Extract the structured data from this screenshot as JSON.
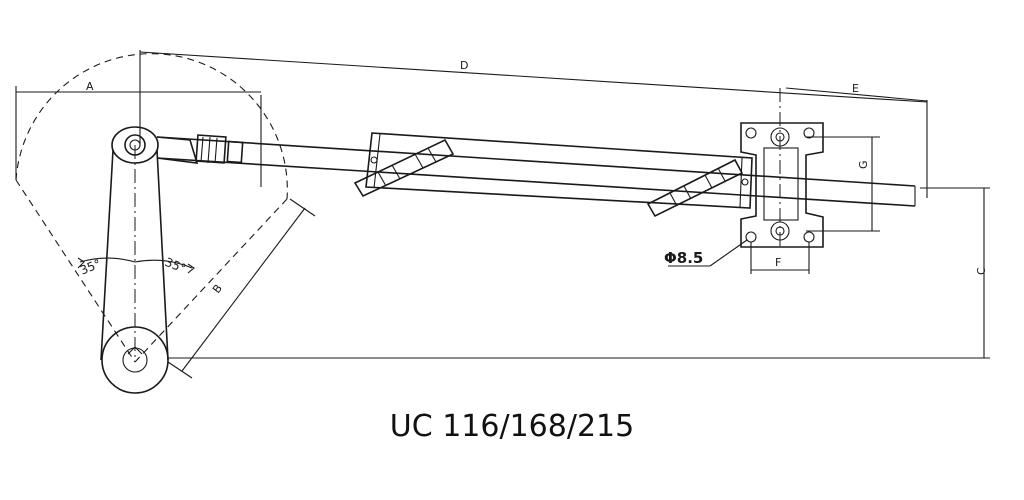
{
  "diagram": {
    "title": "UC 116/168/215",
    "angles": {
      "left": "35°",
      "right": "35°"
    },
    "dimensions": {
      "a": "A",
      "b": "B",
      "c": "C",
      "d": "D",
      "e": "E",
      "f": "F",
      "g": "G",
      "hole": "Φ8.5"
    }
  }
}
